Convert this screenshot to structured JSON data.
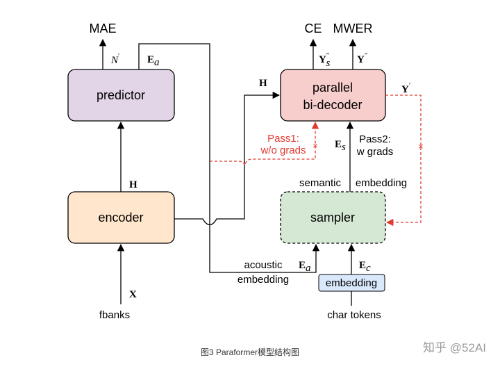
{
  "top_labels": {
    "mae": "MAE",
    "ce": "CE",
    "mwer": "MWER"
  },
  "blocks": {
    "predictor": "predictor",
    "encoder": "encoder",
    "decoder_line1": "parallel",
    "decoder_line2": "bi-decoder",
    "sampler": "sampler",
    "embedding": "embedding"
  },
  "symbols": {
    "n_prime": "N",
    "n_prime_mark": "′",
    "e_a": "E",
    "e_a_sub": "a",
    "h": "H",
    "x": "X",
    "y_s": "Y",
    "y_s_sup": "″",
    "y_s_sub": "s",
    "y_pp": "Y",
    "y_pp_sup": "″",
    "y_p": "Y",
    "y_p_sup": "′",
    "e_s": "E",
    "e_s_sub": "s",
    "e_c": "E",
    "e_c_sub": "c"
  },
  "labels": {
    "pass1_line1": "Pass1:",
    "pass1_line2": "w/o grads",
    "pass2_line1": "Pass2:",
    "pass2_line2": "w grads",
    "semantic": "semantic",
    "semantic_embedding": "embedding",
    "acoustic": "acoustic",
    "acoustic_embedding": "embedding",
    "fbanks": "fbanks",
    "char_tokens": "char tokens",
    "cross_mark": "×"
  },
  "caption": "图3 Paraformer模型结构图",
  "watermark": "知乎 @52AI",
  "colors": {
    "predictor_fill": "#e1d5e7",
    "encoder_fill": "#ffe6cc",
    "decoder_fill": "#f8cecc",
    "sampler_fill": "#d5e8d4",
    "embedding_fill": "#dae8fc",
    "pass1_red": "#e0392f"
  }
}
